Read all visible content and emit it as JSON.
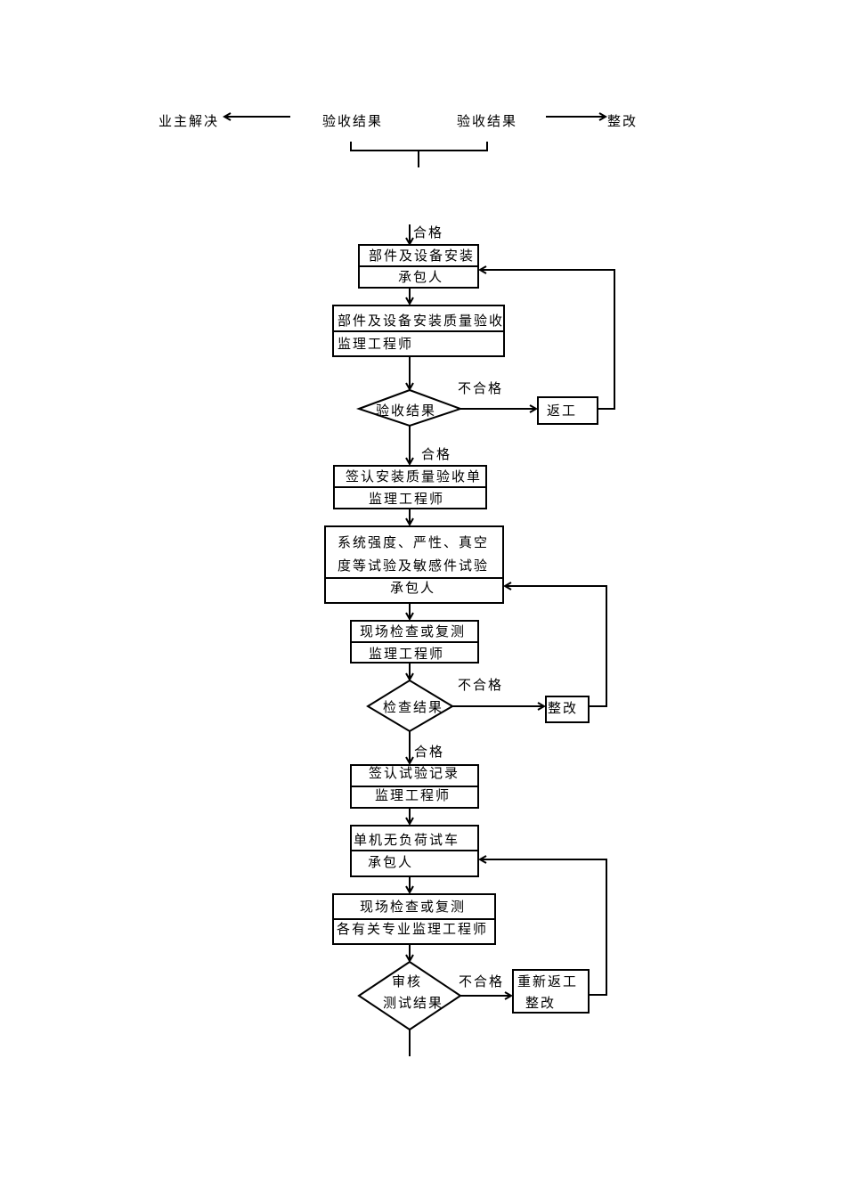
{
  "top": {
    "left_label": "业主解决",
    "mid_left_label": "验收结果",
    "mid_right_label": "验收结果",
    "right_label": "整改"
  },
  "flow": {
    "entry_label": "合格",
    "step1": {
      "title": "部件及设备安装",
      "role": "承包人"
    },
    "step2": {
      "title": "部件及设备安装质量验收",
      "role": "监理工程师"
    },
    "decision1": {
      "label": "验收结果",
      "fail_label": "不合格",
      "pass_label": "合格",
      "fail_action": "返工"
    },
    "step3": {
      "title": "签认安装质量验收单",
      "role": "监理工程师"
    },
    "step4": {
      "title_line1": "系统强度、严性、真空",
      "title_line2": "度等试验及敏感件试验",
      "role": "承包人"
    },
    "step5": {
      "title": "现场检查或复测",
      "role": "监理工程师"
    },
    "decision2": {
      "label": "检查结果",
      "fail_label": "不合格",
      "pass_label": "合格",
      "fail_action": "整改"
    },
    "step6": {
      "title": "签认试验记录",
      "role": "监理工程师"
    },
    "step7": {
      "title": "单机无负荷试车",
      "role": "承包人"
    },
    "step8": {
      "title": "现场检查或复测",
      "role": "各有关专业监理工程师"
    },
    "decision3": {
      "label_line1": "审核",
      "label_line2": "测试结果",
      "fail_label": "不合格",
      "fail_action_line1": "重新返工",
      "fail_action_line2": "整改"
    }
  }
}
